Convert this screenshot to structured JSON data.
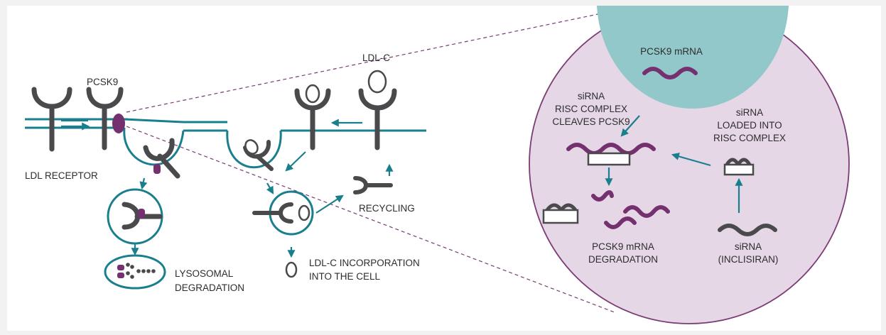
{
  "colors": {
    "teal": "#1a7f8d",
    "gray": "#4a4a4d",
    "purple": "#74306f",
    "circle_fill": "#e5d7e6",
    "circle_stroke": "#7b3b75",
    "nucleus": "#93c8cb"
  },
  "labels": {
    "pcsk9": "PCSK9",
    "ldl_receptor": "LDL RECEPTOR",
    "ldl_c": "LDL-C",
    "recycling": "RECYCLING",
    "lysosomal": [
      "LYSOSOMAL",
      "DEGRADATION"
    ],
    "incorporation": [
      "LDL-C INCORPORATION",
      "INTO THE CELL"
    ],
    "pcsk9_mrna": "PCSK9 mRNA",
    "risc_cleaves": [
      "siRNA",
      "RISC COMPLEX",
      "CLEAVES PCSK9"
    ],
    "loaded": [
      "siRNA",
      "LOADED INTO",
      "RISC COMPLEX"
    ],
    "degradation": [
      "PCSK9 mRNA",
      "DEGRADATION"
    ],
    "sirna": [
      "siRNA",
      "(INCLISIRAN)"
    ]
  }
}
